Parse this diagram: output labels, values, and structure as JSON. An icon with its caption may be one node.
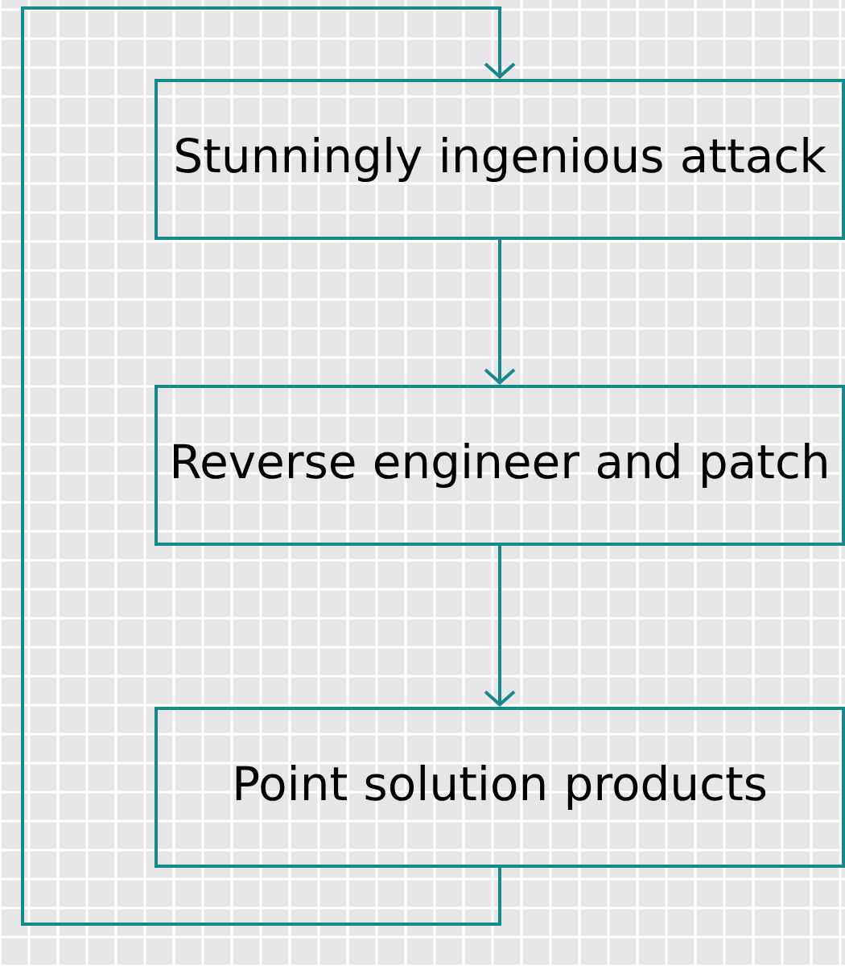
{
  "diagram": {
    "nodes": [
      {
        "text": [
          "Stunningly ingenious attack"
        ]
      },
      {
        "text": [
          "Reverse engineer and patch"
        ]
      },
      {
        "text": [
          "Point solution products"
        ]
      }
    ],
    "edges": [
      {
        "from": 0,
        "to": 1,
        "arrow": "to"
      },
      {
        "from": 1,
        "to": 2,
        "arrow": "to"
      },
      {
        "from": 2,
        "to": 0,
        "arrow": "to"
      }
    ]
  }
}
